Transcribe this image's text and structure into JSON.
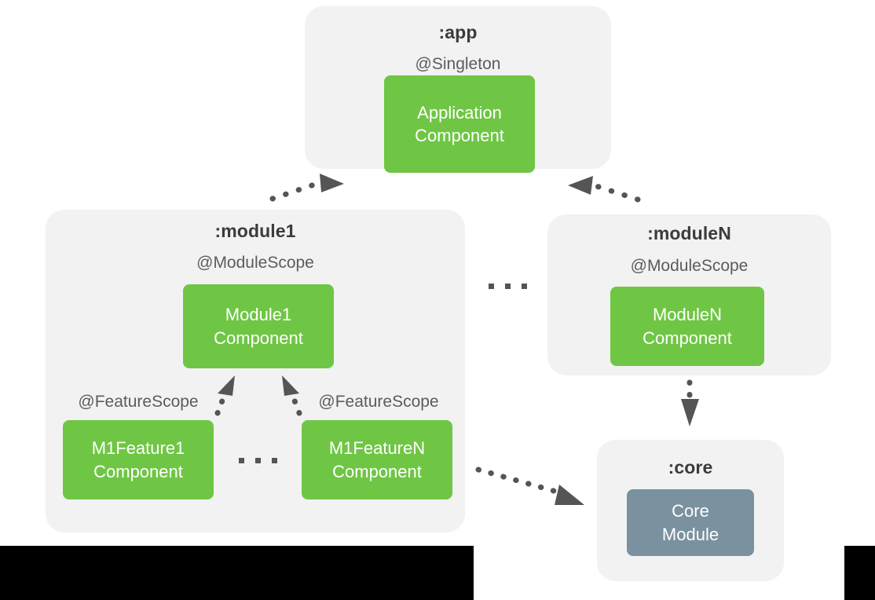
{
  "diagram": {
    "title_hidden": "",
    "colors": {
      "panel_bg": "#f2f2f2",
      "component_green": "#6fc644",
      "module_slate": "#7a919f",
      "arrow_gray": "#555555",
      "title_text": "#3b3b3b",
      "scope_text": "#5c5c5c",
      "page_bg": "#ffffff",
      "bar_black": "#000000"
    },
    "modules": {
      "app": {
        "name": ":app",
        "scope": "@Singleton",
        "component": {
          "line1": "Application",
          "line2": "Component"
        }
      },
      "module1": {
        "name": ":module1",
        "scope": "@ModuleScope",
        "component": {
          "line1": "Module1",
          "line2": "Component"
        },
        "features": [
          {
            "scope": "@FeatureScope",
            "component": {
              "line1": "M1Feature1",
              "line2": "Component"
            }
          },
          {
            "scope": "@FeatureScope",
            "component": {
              "line1": "M1FeatureN",
              "line2": "Component"
            }
          }
        ],
        "feature_ellipsis": "..."
      },
      "moduleN": {
        "name": ":moduleN",
        "scope": "@ModuleScope",
        "component": {
          "line1": "ModuleN",
          "line2": "Component"
        }
      },
      "core": {
        "name": ":core",
        "component": {
          "line1": "Core",
          "line2": "Module"
        }
      }
    },
    "module_ellipsis": "...",
    "edges": [
      {
        "from": "module1-component",
        "to": "app-component",
        "style": "dotted",
        "head": "triangle"
      },
      {
        "from": "moduleN-component",
        "to": "app-component",
        "style": "dotted",
        "head": "triangle"
      },
      {
        "from": "m1feature1-component",
        "to": "module1-component",
        "style": "dotted",
        "head": "triangle"
      },
      {
        "from": "m1featureN-component",
        "to": "module1-component",
        "style": "dotted",
        "head": "triangle"
      },
      {
        "from": "moduleN-component",
        "to": "core-module",
        "style": "dotted",
        "head": "triangle"
      },
      {
        "from": "module1-panel",
        "to": "core-module",
        "style": "dotted",
        "head": "triangle"
      }
    ]
  }
}
